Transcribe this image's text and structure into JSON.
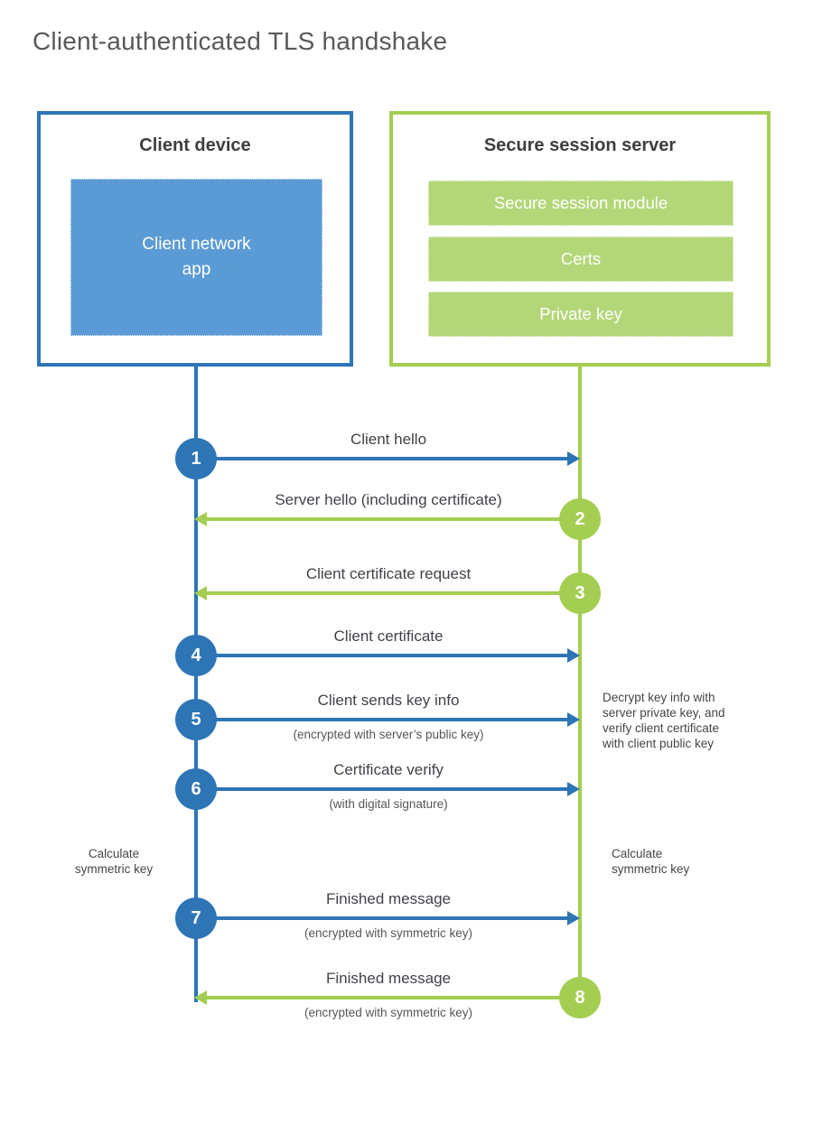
{
  "title": "Client-authenticated TLS handshake",
  "client": {
    "title": "Client device",
    "app_lines": [
      "Client network",
      "app"
    ]
  },
  "server": {
    "title": "Secure session server",
    "modules": [
      "Secure session module",
      "Certs",
      "Private key"
    ]
  },
  "steps": [
    {
      "num": "1",
      "direction": "right",
      "label": "Client hello",
      "sublabel": ""
    },
    {
      "num": "2",
      "direction": "left",
      "label": "Server hello (including certificate)",
      "sublabel": ""
    },
    {
      "num": "3",
      "direction": "left",
      "label": "Client certificate request",
      "sublabel": ""
    },
    {
      "num": "4",
      "direction": "right",
      "label": "Client certificate",
      "sublabel": ""
    },
    {
      "num": "5",
      "direction": "right",
      "label": "Client sends key info",
      "sublabel": "(encrypted with server’s public key)"
    },
    {
      "num": "6",
      "direction": "right",
      "label": "Certificate verify",
      "sublabel": "(with digital signature)"
    },
    {
      "num": "7",
      "direction": "right",
      "label": "Finished message",
      "sublabel": "(encrypted with symmetric key)"
    },
    {
      "num": "8",
      "direction": "left",
      "label": "Finished message",
      "sublabel": "(encrypted with symmetric key)"
    }
  ],
  "notes": {
    "decrypt_lines": [
      "Decrypt key info with",
      "server private key, and",
      "verify client certificate",
      "with client public key"
    ],
    "calc_left_lines": [
      "Calculate",
      "symmetric key"
    ],
    "calc_right_lines": [
      "Calculate",
      "symmetric key"
    ]
  },
  "colors": {
    "blue": "#2E75B6",
    "blue_fill": "#5B9BD5",
    "green": "#A4CE51",
    "green_fill": "#B3D778"
  }
}
